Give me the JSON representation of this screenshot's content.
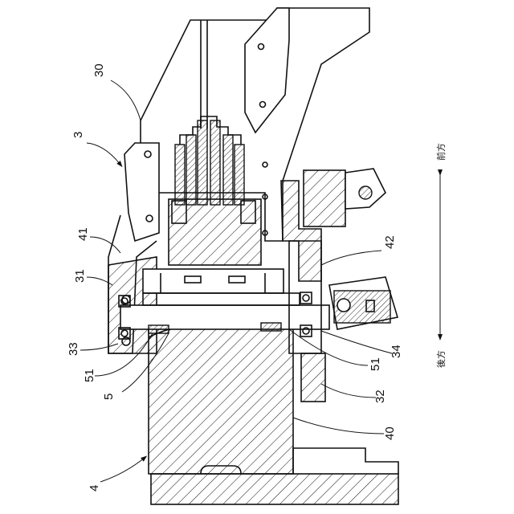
{
  "labels": {
    "l3": "3",
    "l4": "4",
    "l5": "5",
    "l30": "30",
    "l31": "31",
    "l32": "32",
    "l33": "33",
    "l34": "34",
    "l40": "40",
    "l41": "41",
    "l42": "42",
    "l51a": "51",
    "l51b": "51"
  },
  "directions": {
    "front": "前方",
    "rear": "後方"
  }
}
